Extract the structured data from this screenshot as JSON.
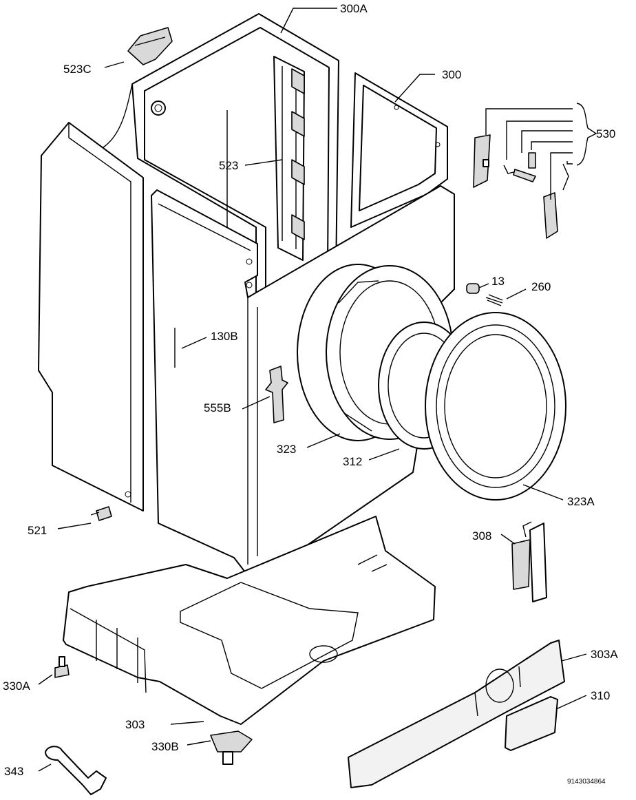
{
  "diagram": {
    "parts": {
      "p300A": "300A",
      "p523C": "523C",
      "p300": "300",
      "p530": "530",
      "p523": "523",
      "p13": "13",
      "p260": "260",
      "p130B": "130B",
      "p555B": "555B",
      "p323": "323",
      "p312": "312",
      "p323A": "323A",
      "p521": "521",
      "p308": "308",
      "p303A": "303A",
      "p330A": "330A",
      "p310": "310",
      "p303": "303",
      "p330B": "330B",
      "p343": "343"
    },
    "reference_number": "9143034864"
  }
}
